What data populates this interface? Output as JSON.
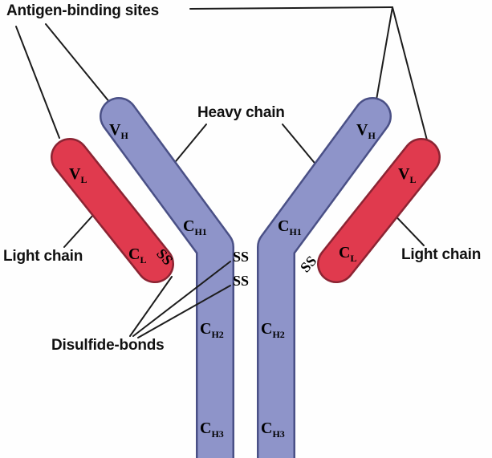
{
  "diagram": {
    "labels": {
      "antigen_binding_sites": "Antigen-binding sites",
      "heavy_chain": "Heavy chain",
      "light_chain": "Light chain",
      "disulfide_bonds": "Disulfide-bonds"
    },
    "domains": {
      "v": "V",
      "c": "C",
      "sub_h": "H",
      "sub_l": "L",
      "sub_h1": "H1",
      "sub_h2": "H2",
      "sub_h3": "H3"
    },
    "ss": "SS",
    "colors": {
      "heavy_fill": "#8e94c9",
      "heavy_outline": "#4a5086",
      "light_fill": "#e03a4e",
      "light_outline": "#8c2433",
      "line": "#1c1c1c",
      "text": "#111111",
      "background": "#fefefe"
    }
  }
}
